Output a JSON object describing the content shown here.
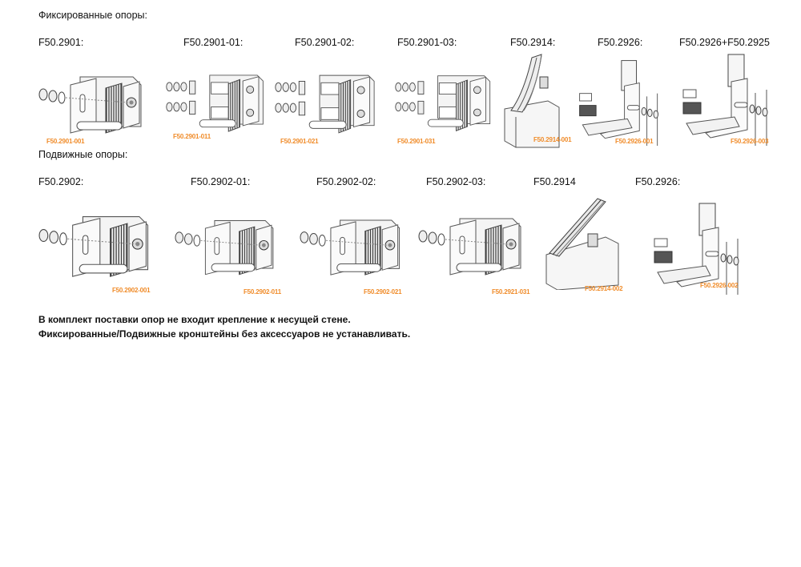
{
  "fixed": {
    "title": "Фиксированные опоры:",
    "items": [
      {
        "label": "F50.2901:",
        "code": "F50.2901-001"
      },
      {
        "label": "F50.2901-01:",
        "code": "F50.2901-011"
      },
      {
        "label": "F50.2901-02:",
        "code": "F50.2901-021"
      },
      {
        "label": "F50.2901-03:",
        "code": "F50.2901-031"
      },
      {
        "label": "F50.2914:",
        "code": "F50.2914-001"
      },
      {
        "label": "F50.2926:",
        "code": "F50.2926-001"
      },
      {
        "label": "F50.2926+F50.2925",
        "code": "F50.2926-003"
      }
    ]
  },
  "sliding": {
    "title": "Подвижные опоры:",
    "items": [
      {
        "label": "F50.2902:",
        "code": "F50.2902-001"
      },
      {
        "label": "F50.2902-01:",
        "code": "F50.2902-011"
      },
      {
        "label": "F50.2902-02:",
        "code": "F50.2902-021"
      },
      {
        "label": "F50.2902-03:",
        "code": "F50.2921-031"
      },
      {
        "label": "F50.2914",
        "code": "F50.2914-002"
      },
      {
        "label": "F50.2926:",
        "code": "F50.2926-002"
      }
    ]
  },
  "notes": {
    "line1": "В комплект поставки опор не входит крепление к несущей стене.",
    "line2": "Фиксированные/Подвижные кронштейны без аксессуаров не устанавливать."
  },
  "colors": {
    "code": "#f08c2a",
    "line": "#555555",
    "fill": "#f2f2f2"
  }
}
